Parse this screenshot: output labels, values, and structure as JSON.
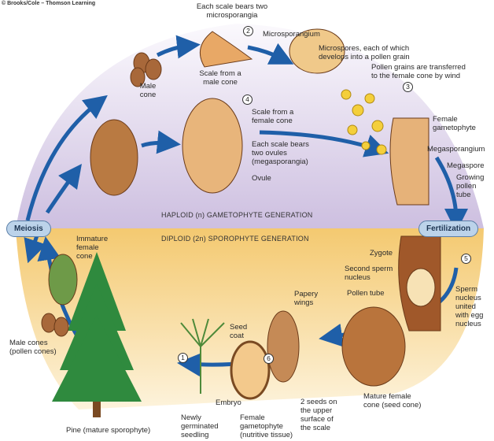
{
  "copyright": "© Brooks/Cole – Thomson Learning",
  "generations": {
    "haploid": "HAPLOID (n) GAMETOPHYTE GENERATION",
    "diploid": "DIPLOID (2n) SPOROPHYTE GENERATION"
  },
  "stages": {
    "meiosis": "Meiosis",
    "fertilization": "Fertilization"
  },
  "steps": [
    "1",
    "2",
    "3",
    "4",
    "5",
    "6"
  ],
  "labels": {
    "each_scale_micro": "Each scale bears two\nmicrosporangia",
    "scale_male": "Scale from a\nmale cone",
    "male_cone": "Male\ncone",
    "microsporangium": "Microsporangium",
    "microspores": "Microspores, each of which\ndevelops into a pollen grain",
    "pollen_transfer": "Pollen grains are transferred\nto the female cone by wind",
    "scale_female": "Scale from a\nfemale cone",
    "each_scale_ovules": "Each scale bears\ntwo ovules\n(megasporangia)",
    "ovule": "Ovule",
    "female_gametophyte_top": "Female\ngametophyte",
    "megasporangium": "Megasporangium",
    "megaspore": "Megaspore",
    "growing_pollen_tube": "Growing\npollen\ntube",
    "immature_female_cone": "Immature\nfemale\ncone",
    "zygote": "Zygote",
    "second_sperm": "Second sperm\nnucleus",
    "pollen_tube": "Pollen tube",
    "sperm_united": "Sperm\nnucleus\nunited\nwith egg\nnucleus",
    "papery_wings": "Papery\nwings",
    "seed_coat": "Seed\ncoat",
    "embryo": "Embryo",
    "two_seeds": "2 seeds on\nthe upper\nsurface of\nthe scale",
    "seedling": "Newly\ngerminated\nseedling",
    "female_gametophyte_bottom": "Female\ngametophyte\n(nutritive tissue)",
    "mature_female_cone": "Mature female\ncone (seed cone)",
    "male_cones": "Male cones\n(pollen cones)",
    "pine": "Pine (mature sporophyte)"
  },
  "colors": {
    "haploid_bg": "#d8cce6",
    "diploid_bg": "#f6d184",
    "arrow": "#1f5fa8",
    "pill": "#bcd3ea"
  }
}
